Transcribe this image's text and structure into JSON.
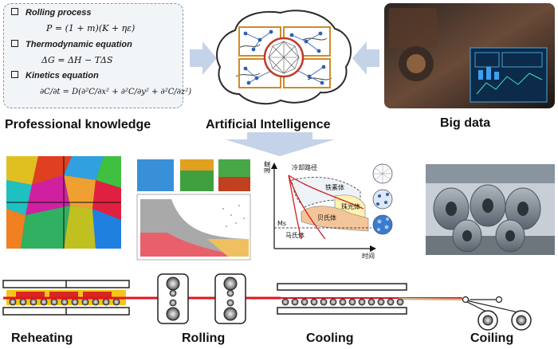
{
  "knowledge": {
    "items": [
      {
        "title": "Rolling process",
        "equation": "P = (1 + m)(K + ηε)"
      },
      {
        "title": "Thermodynamic equation",
        "equation": "ΔG = ΔH − TΔS"
      },
      {
        "title": "Kinetics equation",
        "equation": "∂C/∂t = D(∂²C/∂x² + ∂²C/∂y² + ∂²C/∂z²)"
      }
    ]
  },
  "labels": {
    "professional_knowledge": "Professional knowledge",
    "artificial_intelligence": "Artificial Intelligence",
    "big_data": "Big data"
  },
  "stages": {
    "reheating": "Reheating",
    "rolling": "Rolling",
    "cooling": "Cooling",
    "coiling": "Coiling"
  },
  "cct_diagram": {
    "y_axis": "温度",
    "x_axis": "时间",
    "cooling_path": "冷却路径",
    "ferrite": "铁素体",
    "pearlite": "珠光体",
    "bainite": "贝氏体",
    "martensite": "马氏体",
    "ms": "Ms"
  },
  "colors": {
    "arrow": "#c5d3e8",
    "strip": "#e0141e",
    "frame": "#8a96a8"
  }
}
